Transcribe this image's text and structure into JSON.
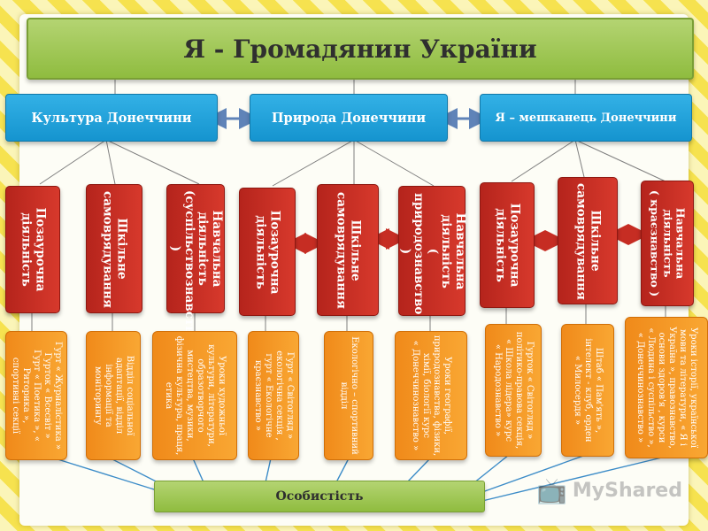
{
  "title": "Я - Громадянин України",
  "categories": [
    "Культура Донеччини",
    "Природа Донеччини",
    "Я – мешканець Донеччини"
  ],
  "activities": [
    "Позаурочна діяльність",
    "Шкільне самоврядування",
    "Навчальна діяльність\n(суспільствознавство )",
    "Позаурочна діяльність",
    "Шкільне самоврядування",
    "Навчальна діяльність\n( природознавство )",
    "Позаурочна діяльність",
    "Шкільне самоврядування",
    "Навчальна діяльність\n( краєзнавство )"
  ],
  "details": [
    "Гурт « Журналістика »\nГурток « Всесвіт »\nГурт « Поетика », « Риторика »,\nспортивні секції",
    "Відділ соціальної\nадаптації, відділ\nінформації та моніторингу",
    "Уроки художньої\nкультури, літератури,\nобразотворчого\nмистецтва, музики,\nфізична культура, праця,\nетика",
    "Гурт « Світогляд »\nекологічна секція ,\nгурт « Екологічне\nкраєзнавство »",
    "Екологічно – спортивний\nвідділ",
    "Уроки географії,\nприродознавства, фізики,\nхімії, біології курс\n« Донеччинознавство »",
    "Гурток « Світогляд »\nполітико-правова секція,\n« Школа лідера» курс\n« Народознавство »",
    "Штаб « Пам'ять »,\nінтелект - клуб, орден\n« Милосердя »",
    "Уроки історії, української\nмови та літератури, « Я і\nУкраїна », правознавство,\nоснови здоров'я , курси\n« Людина і суспільство »,\n« Донеччинознавство »"
  ],
  "bottom": "Особистість",
  "watermark": "MyShared",
  "colors": {
    "title_bg": "#9cc44e",
    "category_bg": "#22a3dc",
    "activity_bg": "#c62d23",
    "detail_bg": "#f49625",
    "arrow_blue": "#5f83b8",
    "arrow_red": "#c62d23",
    "connector": "#3c8cc8"
  }
}
